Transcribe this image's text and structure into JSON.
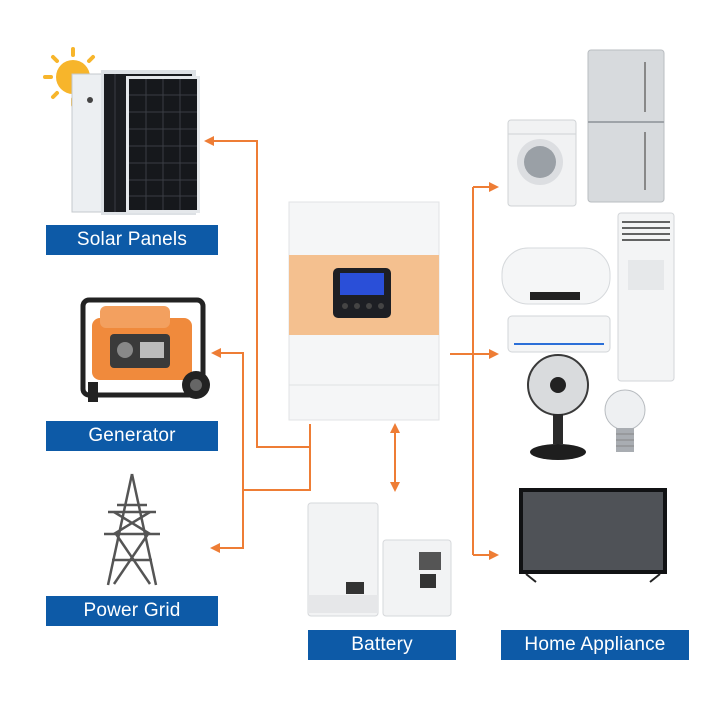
{
  "labels": {
    "solar": "Solar Panels",
    "generator": "Generator",
    "grid": "Power Grid",
    "battery": "Battery",
    "home": "Home Appliance"
  },
  "colors": {
    "label_bg": "#0d5aa7",
    "label_text": "#ffffff",
    "arrow": "#ee7d35",
    "inverter_accent": "#f4c08f",
    "sun": "#f7b52b"
  },
  "icons": [
    "sun-icon",
    "solar-panel-icon",
    "generator-icon",
    "power-tower-icon",
    "inverter-icon",
    "battery-icon",
    "washing-machine-icon",
    "refrigerator-icon",
    "water-heater-icon",
    "air-conditioner-icon",
    "standing-ac-icon",
    "fan-icon",
    "light-bulb-icon",
    "television-icon"
  ]
}
